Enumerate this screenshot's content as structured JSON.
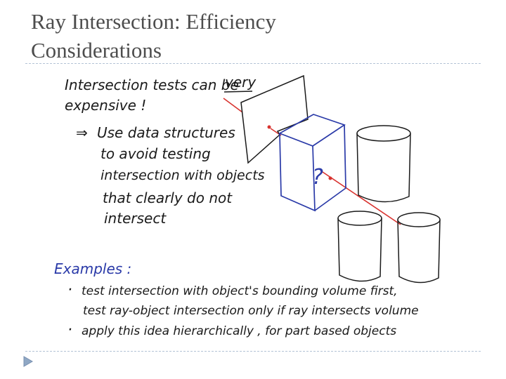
{
  "slide": {
    "title_line1": "Ray Intersection: Efficiency",
    "title_line2": "Considerations"
  },
  "notes": {
    "line1_prefix": "Intersection tests can be",
    "line1_emph": "very",
    "line2": "expensive !",
    "arrow_glyph": "⇒",
    "line3": "Use data structures",
    "line4": "to avoid testing",
    "line5": "intersection with objects",
    "line6": "that clearly do not",
    "line7": "intersect",
    "examples_heading": "Examples :",
    "bullet_glyph": "·",
    "ex1_line1": "test intersection with object's bounding volume first,",
    "ex1_line2": "test ray-object intersection only if ray intersects volume",
    "ex2": "apply this idea hierarchically , for part based objects"
  },
  "sketch": {
    "question_mark": "?",
    "colors": {
      "ray": "#d8332f",
      "box": "#2a3aa8",
      "ink": "#1a1a1a"
    }
  },
  "nav": {
    "icon": "triangle-right-icon"
  }
}
